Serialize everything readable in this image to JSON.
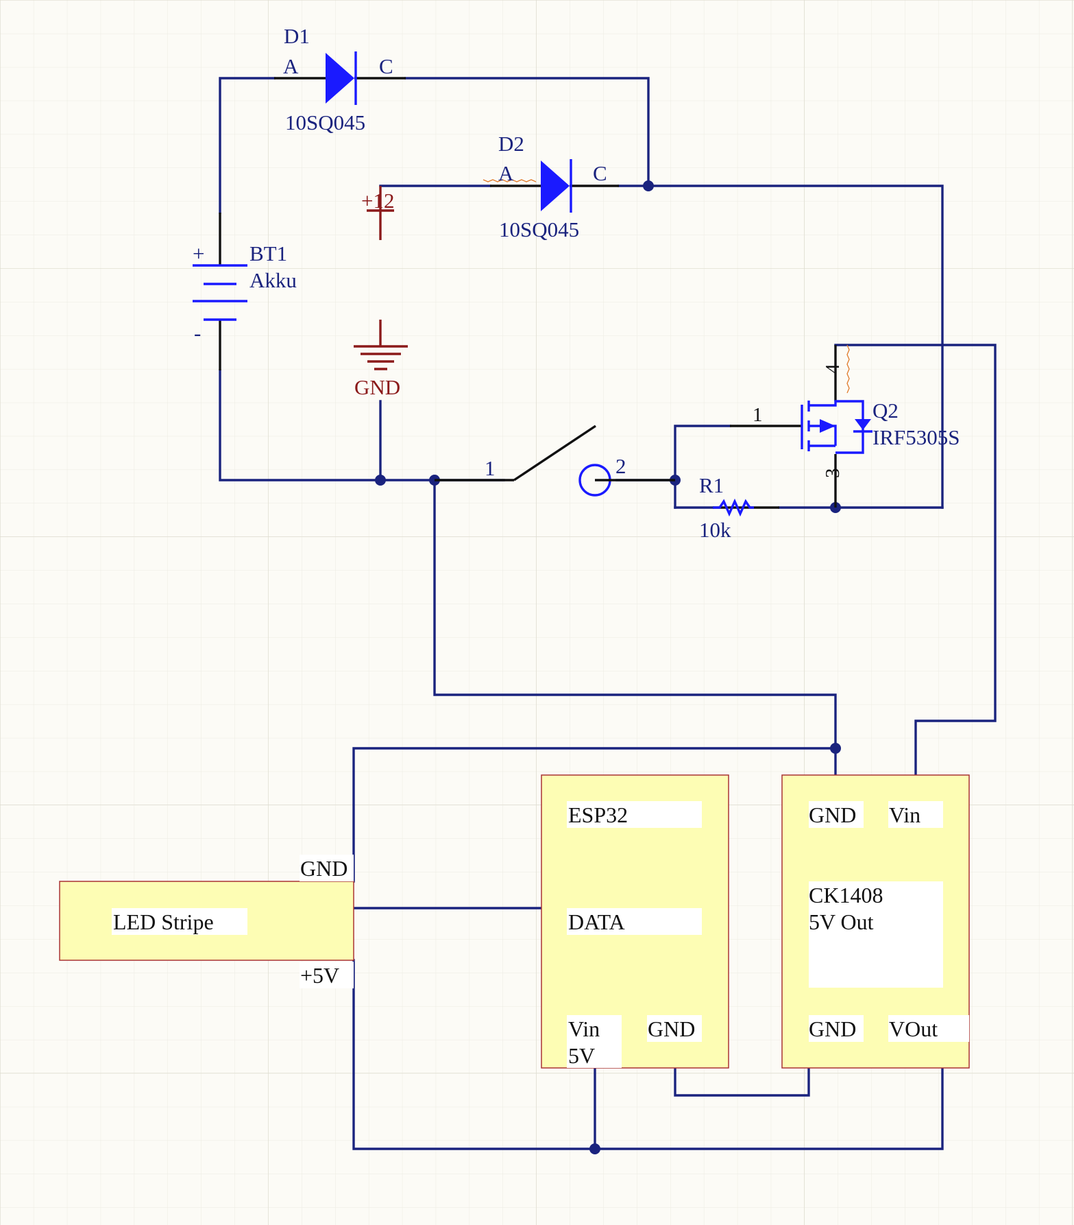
{
  "components": {
    "d1": {
      "ref": "D1",
      "value": "10SQ045",
      "pin_a": "A",
      "pin_c": "C"
    },
    "d2": {
      "ref": "D2",
      "value": "10SQ045",
      "pin_a": "A",
      "pin_c": "C"
    },
    "bt1": {
      "ref": "BT1",
      "value": "Akku",
      "plus": "+",
      "minus": "-"
    },
    "plus12": {
      "label": "+12"
    },
    "gnd_symbol": {
      "label": "GND"
    },
    "switch": {
      "pin1": "1",
      "pin2": "2"
    },
    "r1": {
      "ref": "R1",
      "value": "10k"
    },
    "q2": {
      "ref": "Q2",
      "value": "IRF5305S",
      "pin1": "1",
      "pin3": "3",
      "pin4": "4"
    }
  },
  "blocks": {
    "led": {
      "title": "LED Stripe",
      "pin_gnd": "GND",
      "pin_5v": "+5V"
    },
    "esp32": {
      "title": "ESP32",
      "pin_data": "DATA",
      "pin_vin_line1": "Vin",
      "pin_vin_line2": "5V",
      "pin_gnd": "GND"
    },
    "ck1408": {
      "pin_gnd_top": "GND",
      "pin_vin": "Vin",
      "title_line1": "CK1408",
      "title_line2": "5V Out",
      "pin_gnd_bottom": "GND",
      "pin_vout": "VOut"
    }
  },
  "colors": {
    "wire": "#1a237e",
    "component": "#1a1aff",
    "power_port": "#8b1a1a",
    "block_fill": "#fdfdb4",
    "sheet": "#fcfbf6"
  }
}
